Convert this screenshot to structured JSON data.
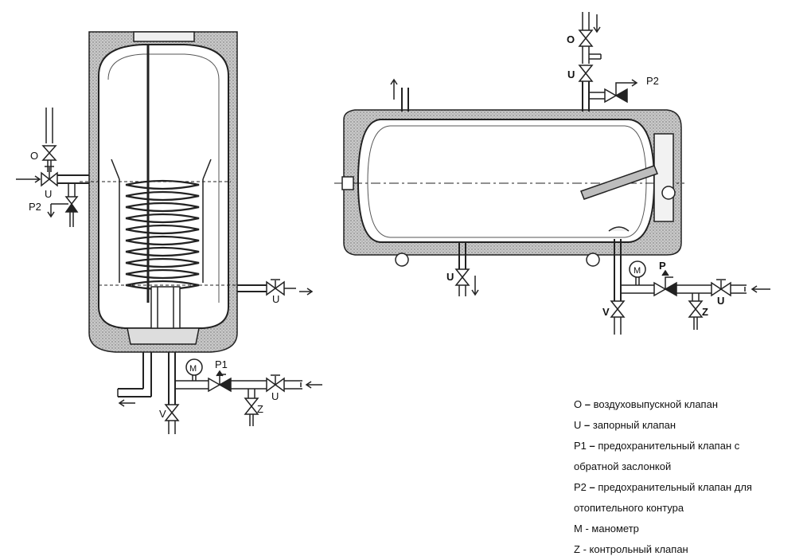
{
  "labels": {
    "left_o": "O",
    "left_u": "U",
    "left_p2": "P2",
    "left_u_side": "U",
    "left_m": "M",
    "left_p1": "P1",
    "left_u_bottom": "U",
    "left_v": "V",
    "left_z": "Z",
    "right_o": "O",
    "right_u_top": "U",
    "right_p2": "P2",
    "right_u_bottom": "U",
    "right_m": "M",
    "right_p": "P",
    "right_u_side": "U",
    "right_v": "V",
    "right_z": "Z"
  },
  "legend": [
    {
      "key": "O",
      "sep": " – ",
      "text": "воздуховыпускной клапан"
    },
    {
      "key": "U",
      "sep": " – ",
      "text": "запорный клапан"
    },
    {
      "key": "P1",
      "sep": " – ",
      "text": "предохранительный клапан с",
      "cont": "обратной заслонкой"
    },
    {
      "key": "P2",
      "sep": " – ",
      "text": "предохранительный клапан для",
      "cont": "отопительного контура"
    },
    {
      "key": "M",
      "sep": " - ",
      "text": "манометр"
    },
    {
      "key": "Z",
      "sep": " - ",
      "text": "контрольный клапан"
    }
  ]
}
